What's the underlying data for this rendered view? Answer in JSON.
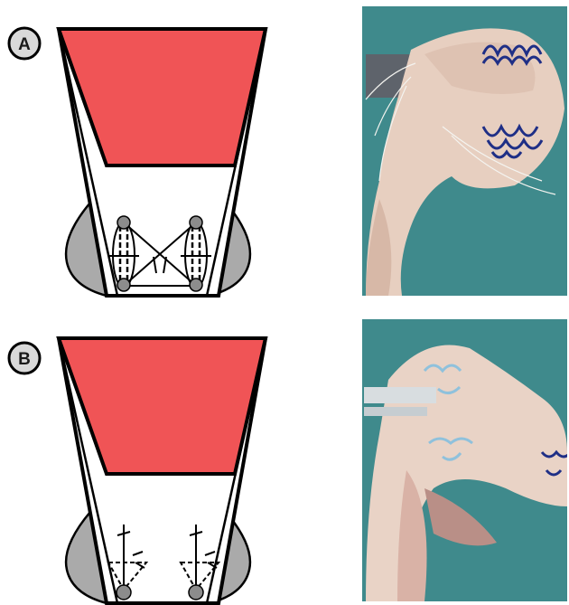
{
  "panels": [
    {
      "id": "A",
      "label": "A",
      "photo": {
        "background": "#3f8a8c",
        "bone": "#e7cfc0",
        "suture": "#1f2f86",
        "metal": "#5e636b"
      }
    },
    {
      "id": "B",
      "label": "B",
      "photo": {
        "background": "#3f8a8c",
        "bone": "#e9d3c6",
        "suture": "#8fc1dc",
        "metal": "#d8dde0"
      }
    }
  ],
  "colors": {
    "trapezoid_fill": "#f05456",
    "outline": "#000000",
    "bone_fill": "#aaaaaa",
    "label_circle_fill": "#d9d9d9",
    "knot_fill": "#8c8c8c"
  }
}
